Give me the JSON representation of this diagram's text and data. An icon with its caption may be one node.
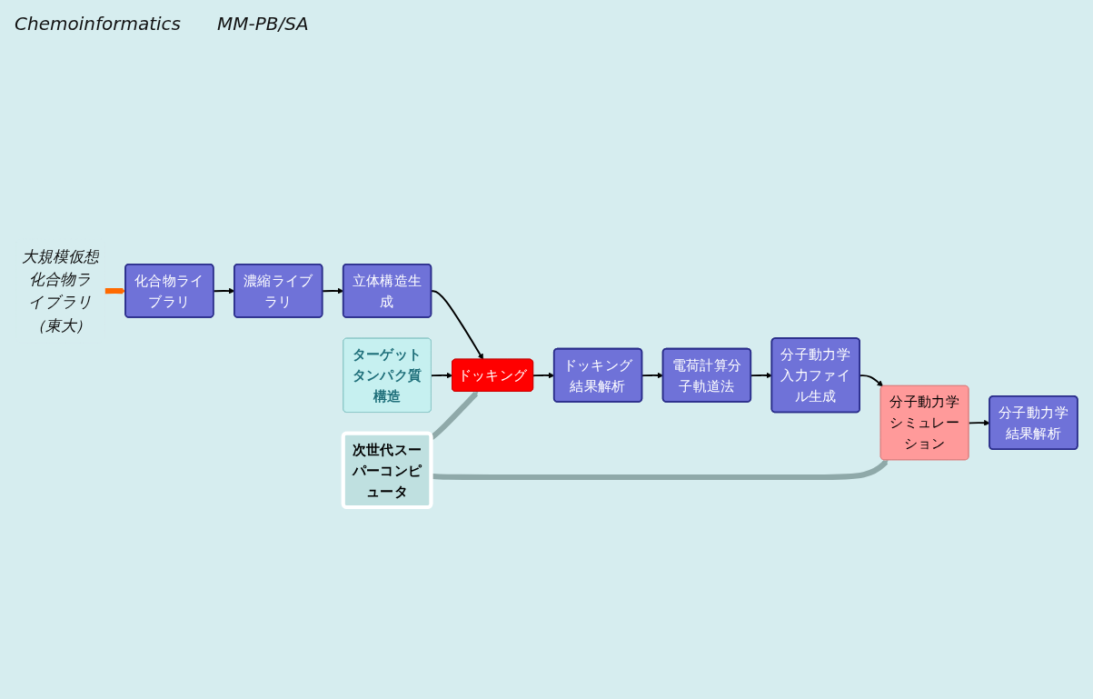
{
  "diagram": {
    "nodes": [
      {
        "text": [
          "大規模仮想化合物ライブラリ（東大）"
        ]
      },
      {
        "text": [
          "化合物ライブラリ"
        ]
      },
      {
        "text": [
          "濃縮ライブラリ"
        ]
      },
      {
        "text": [
          "立体構造生成"
        ]
      },
      {
        "text": [
          "ターゲットタンパク質構造"
        ]
      },
      {
        "text": [
          "ドッキング"
        ]
      },
      {
        "text": [
          "次世代スーパーコンピュータ"
        ]
      },
      {
        "text": [
          "ドッキング結果解析"
        ]
      },
      {
        "text": [
          "電荷計算分子軌道法"
        ]
      },
      {
        "text": [
          "分子動力学入力ファイル生成"
        ]
      },
      {
        "text": [
          "分子動力学シミュレーション"
        ]
      },
      {
        "text": [
          "分子動力学結果解析"
        ]
      }
    ],
    "edges": [
      {
        "from": 0,
        "to": 1,
        "arrow": "to",
        "style": "thick",
        "color": "#ff6a00"
      },
      {
        "from": 1,
        "to": 2,
        "arrow": "to"
      },
      {
        "from": 2,
        "to": 3,
        "arrow": "to"
      },
      {
        "from": 3,
        "to": 5,
        "arrow": "to"
      },
      {
        "from": 4,
        "to": 5,
        "arrow": "to"
      },
      {
        "from": 6,
        "to": 5,
        "arrow": "to",
        "style": "thick",
        "color": "#8fa9a9"
      },
      {
        "from": 5,
        "to": 7,
        "arrow": "to"
      },
      {
        "from": 7,
        "to": 8,
        "arrow": "to"
      },
      {
        "from": 8,
        "to": 9,
        "arrow": "to"
      },
      {
        "from": 9,
        "to": 10,
        "arrow": "to"
      },
      {
        "from": 6,
        "to": 10,
        "arrow": "to",
        "style": "thick",
        "color": "#8fa9a9"
      },
      {
        "from": 10,
        "to": 11,
        "arrow": "to"
      }
    ],
    "labels": [
      "Chemoinformatics",
      "MM-PB/SA"
    ]
  }
}
